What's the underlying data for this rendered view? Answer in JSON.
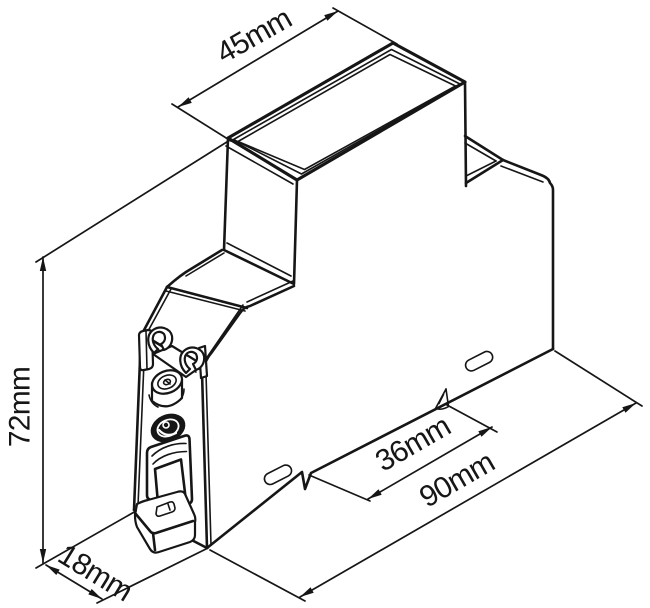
{
  "drawing": {
    "background": "#ffffff",
    "ink": "#161616"
  },
  "dimensions": {
    "top_width": {
      "label": "45mm"
    },
    "height": {
      "label": "72mm"
    },
    "depth": {
      "label": "18mm"
    },
    "rail_span": {
      "label": "36mm"
    },
    "total_length": {
      "label": "90mm"
    }
  }
}
